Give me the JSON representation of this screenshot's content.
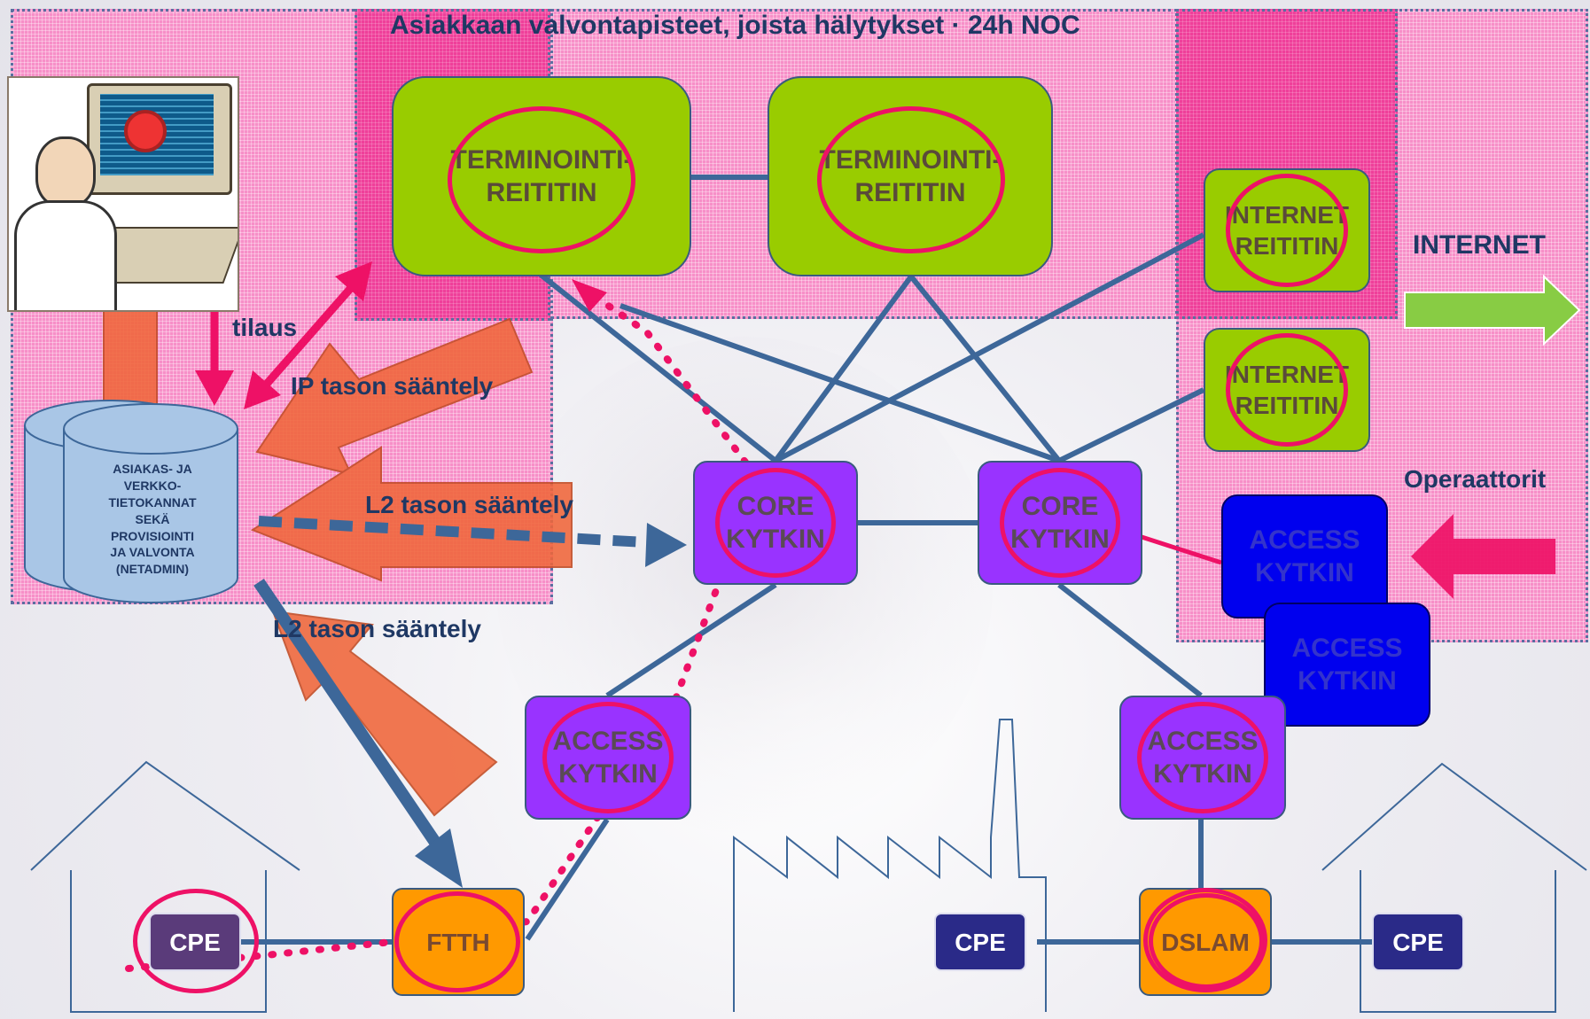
{
  "header": {
    "left": "Asiakkaan valvontapisteet",
    "right": ", joista hälytykset ·  24h NOC"
  },
  "nodes": {
    "term1": [
      "TERMINOINTI-",
      "REITITIN"
    ],
    "term2": [
      "TERMINOINTI-",
      "REITITIN"
    ],
    "inet1": [
      "INTERNET",
      "REITITIN"
    ],
    "inet2": [
      "INTERNET",
      "REITITIN"
    ],
    "core1": [
      "CORE",
      "KYTKIN"
    ],
    "core2": [
      "CORE",
      "KYTKIN"
    ],
    "acc_blue1": [
      "ACCESS",
      "KYTKIN"
    ],
    "acc_blue2": [
      "ACCESS",
      "KYTKIN"
    ],
    "acc_left": [
      "ACCESS",
      "KYTKIN"
    ],
    "acc_right": [
      "ACCESS",
      "KYTKIN"
    ],
    "ftth": "FTTH",
    "dslam": "DSLAM",
    "cpe_home": "CPE",
    "cpe_factory": "CPE",
    "cpe_right": "CPE"
  },
  "database": [
    "ASIAKAS-  JA",
    "VERKKO-",
    "TIETOKANNAT",
    "SEKÄ",
    "PROVISIOINTI",
    "JA VALVONTA",
    "(NETADMIN)"
  ],
  "labels": {
    "tilaus": "tilaus",
    "ip": "IP tason sääntely",
    "l2a": "L2 tason sääntely",
    "l2b": "L2 tason sääntely",
    "internet": "INTERNET",
    "operaattorit": "Operaattorit"
  },
  "colors": {
    "zone_pink": "#f78fc8",
    "zone_hot": "#ef3f9a",
    "green": "#99cc00",
    "purple": "#9933ff",
    "orange": "#ff9900",
    "blue": "#0000ee",
    "navy": "#2a2a88",
    "line": "#3d6799",
    "magenta": "#ee1166",
    "arrow_orange": "#f0663a",
    "arrow_green": "#88cc44",
    "text_dark": "#1f3864"
  },
  "icons": [
    "operator-workstation-illustration",
    "database-cylinder-icon",
    "house-icon",
    "factory-icon"
  ]
}
